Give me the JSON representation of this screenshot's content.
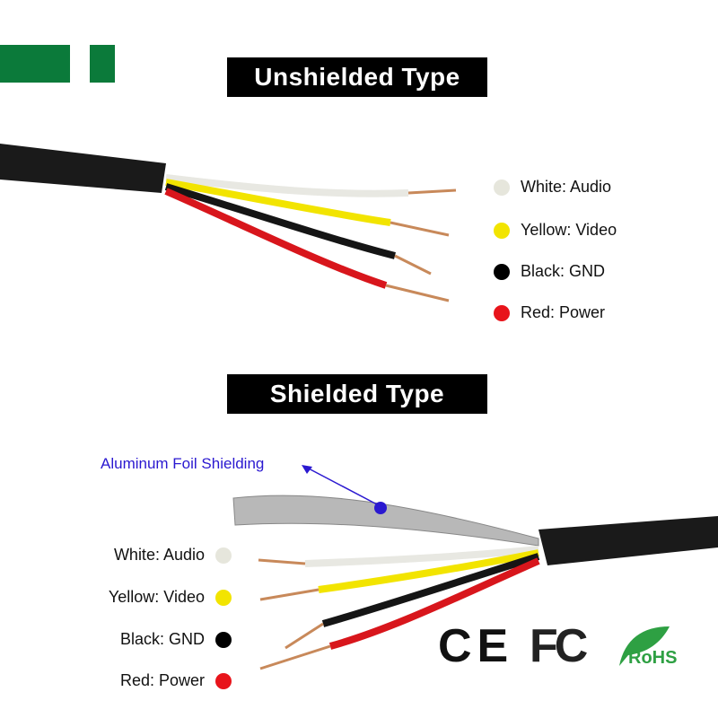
{
  "unshielded": {
    "title": "Unshielded Type",
    "legend": [
      {
        "label": "White: Audio",
        "color": "#e6e6dc"
      },
      {
        "label": "Yellow: Video",
        "color": "#f2e400"
      },
      {
        "label": "Black: GND",
        "color": "#000000"
      },
      {
        "label": "Red: Power",
        "color": "#e8141b"
      }
    ]
  },
  "shielded": {
    "title": "Shielded Type",
    "annotation": "Aluminum Foil Shielding",
    "annotation_color": "#2a18d0",
    "legend": [
      {
        "label": "White: Audio",
        "color": "#e6e6dc"
      },
      {
        "label": "Yellow: Video",
        "color": "#f2e400"
      },
      {
        "label": "Black: GND",
        "color": "#000000"
      },
      {
        "label": "Red: Power",
        "color": "#e8141b"
      }
    ]
  },
  "certifications": [
    {
      "label": "CE"
    },
    {
      "label": "FC"
    },
    {
      "label": "RoHS"
    }
  ],
  "brand_color": "#0b7a3a"
}
